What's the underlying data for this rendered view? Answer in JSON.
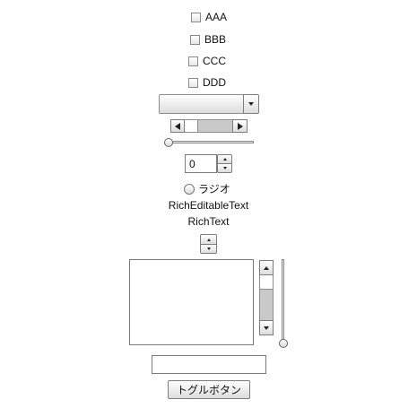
{
  "checkboxes": [
    {
      "label": "AAA",
      "checked": false
    },
    {
      "label": "BBB",
      "checked": false
    },
    {
      "label": "CCC",
      "checked": false
    },
    {
      "label": "DDD",
      "checked": false
    }
  ],
  "combo": {
    "value": ""
  },
  "hscroll": {
    "value": 0.3
  },
  "hslider": {
    "value": 0
  },
  "spinner": {
    "value": "0"
  },
  "radio": {
    "label": "ラジオ",
    "selected": false
  },
  "rich_editable_text": "RichEditableText",
  "rich_text": "RichText",
  "textarea": {
    "value": ""
  },
  "vscroll": {
    "value": 0.45
  },
  "vslider": {
    "value": 0
  },
  "text_input": {
    "value": ""
  },
  "toggle_button": {
    "label": "トグルボタン",
    "selected": false
  }
}
